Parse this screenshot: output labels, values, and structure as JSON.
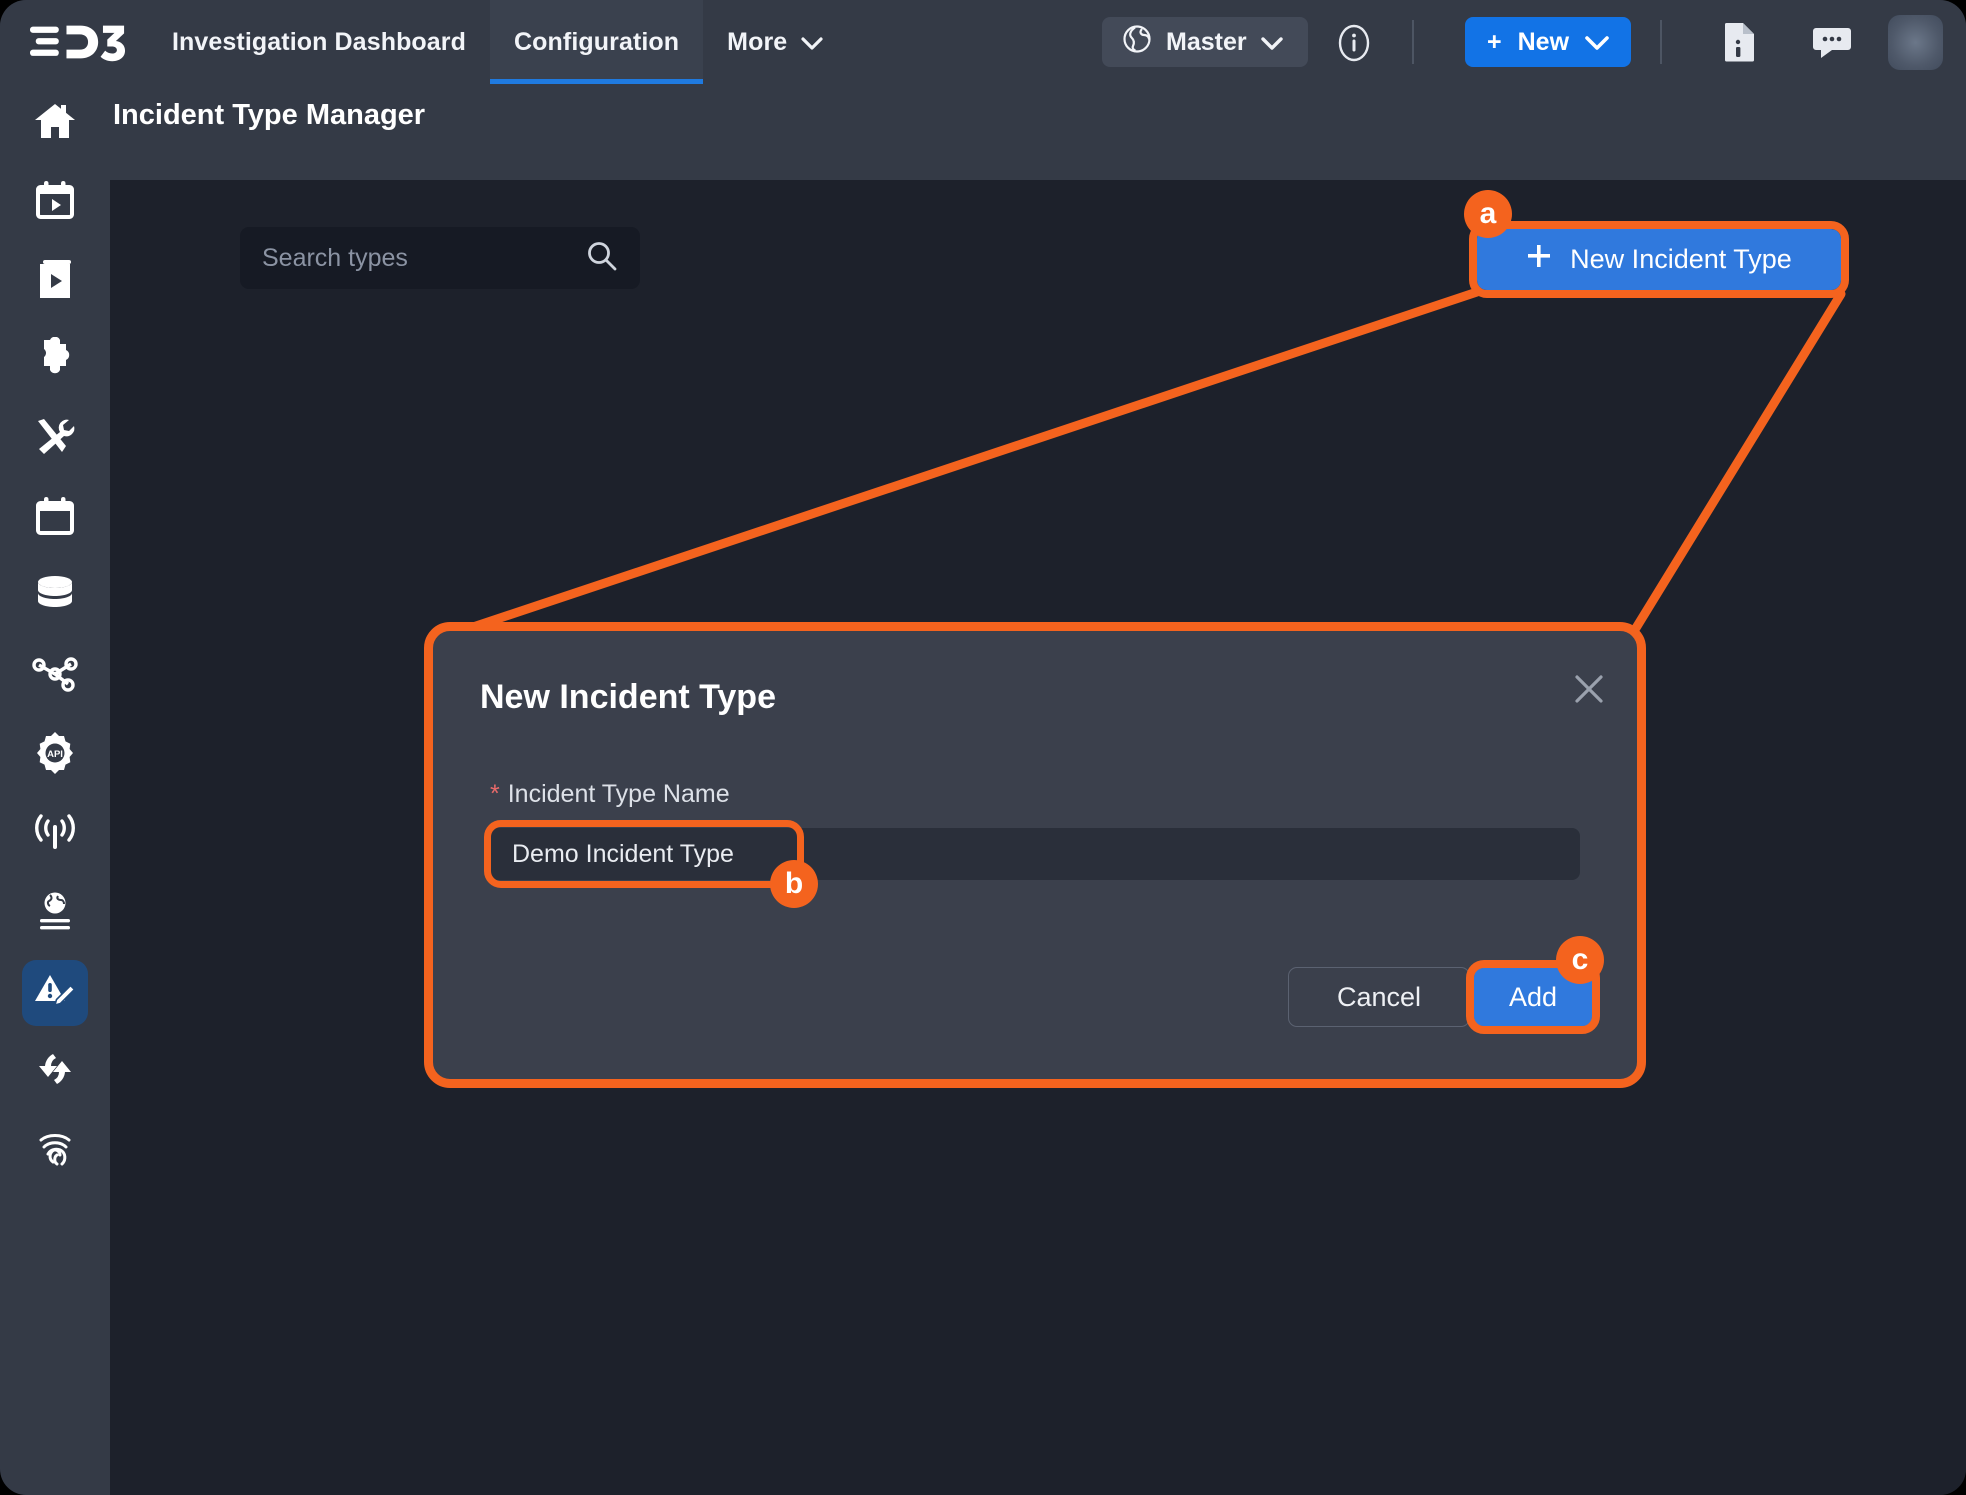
{
  "brand": {
    "logo_text": "D3"
  },
  "topnav": {
    "tabs": [
      {
        "label": "Investigation Dashboard",
        "active": false
      },
      {
        "label": "Configuration",
        "active": true
      },
      {
        "label": "More",
        "active": false,
        "caret": true
      }
    ],
    "environment": {
      "label": "Master",
      "icon": "globe-icon",
      "caret": true
    },
    "info_icon": "info-circle-icon",
    "new_button": {
      "label": "New",
      "plus": "+",
      "caret": true,
      "color": "#1273e6"
    },
    "doc_icon": "document-info-icon",
    "chat_icon": "chat-bubble-icon",
    "avatar": "user-avatar"
  },
  "sidebar": {
    "items": [
      {
        "icon": "home-icon",
        "active": false
      },
      {
        "icon": "calendar-play-icon",
        "active": false
      },
      {
        "icon": "playbook-icon",
        "active": false
      },
      {
        "icon": "puzzle-piece-icon",
        "active": false
      },
      {
        "icon": "tools-icon",
        "active": false
      },
      {
        "icon": "calendar-icon",
        "active": false
      },
      {
        "icon": "database-icon",
        "active": false
      },
      {
        "icon": "share-nodes-icon",
        "active": false
      },
      {
        "icon": "api-gear-icon",
        "active": false
      },
      {
        "icon": "broadcast-icon",
        "active": false
      },
      {
        "icon": "globe-list-icon",
        "active": false
      },
      {
        "icon": "incident-type-edit-icon",
        "active": true
      },
      {
        "icon": "sync-icon",
        "active": false
      },
      {
        "icon": "fingerprint-icon",
        "active": false
      }
    ]
  },
  "page": {
    "title": "Incident Type Manager"
  },
  "toolbar": {
    "search": {
      "placeholder": "Search types",
      "value": "",
      "icon": "search-icon"
    },
    "new_incident_type": {
      "label": "New Incident Type",
      "plus": "+",
      "color": "#3079dd"
    }
  },
  "modal": {
    "title": "New Incident Type",
    "close_icon": "close-icon",
    "field": {
      "required_mark": "*",
      "label": "Incident Type Name",
      "value": "Demo Incident Type",
      "placeholder": ""
    },
    "cancel_label": "Cancel",
    "add_label": "Add"
  },
  "annotations": {
    "highlight_color": "#f4631e",
    "steps": [
      {
        "id": "a",
        "target": "new-incident-type-button"
      },
      {
        "id": "b",
        "target": "incident-type-name-input"
      },
      {
        "id": "c",
        "target": "add-button"
      }
    ]
  }
}
